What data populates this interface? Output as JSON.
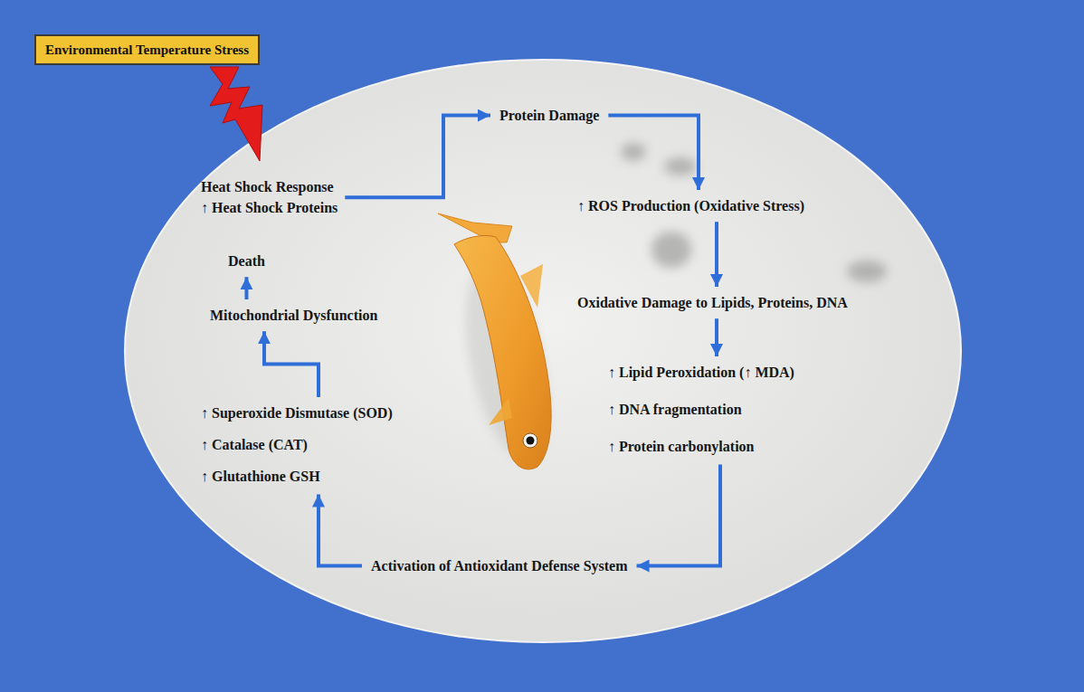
{
  "diagram": {
    "nodes": [
      {
        "text": [
          "Environmental Temperature Stress"
        ]
      },
      {
        "text": [
          "Heat Shock Response",
          "↑ Heat Shock Proteins"
        ]
      },
      {
        "text": [
          "Protein Damage"
        ]
      },
      {
        "text": [
          "↑ ROS Production (Oxidative Stress)"
        ]
      },
      {
        "text": [
          "Oxidative Damage to Lipids, Proteins, DNA"
        ]
      },
      {
        "text": [
          "↑ Lipid Peroxidation (↑ MDA)",
          "↑ DNA fragmentation",
          "↑ Protein carbonylation"
        ]
      },
      {
        "text": [
          "Activation of Antioxidant Defense System"
        ]
      },
      {
        "text": [
          "↑ Superoxide Dismutase (SOD)",
          "↑ Catalase (CAT)",
          "↑ Glutathione GSH"
        ]
      },
      {
        "text": [
          "Mitochondrial Dysfunction"
        ]
      },
      {
        "text": [
          "Death"
        ]
      }
    ],
    "edges": [
      {
        "from": 1,
        "to": 2,
        "arrow": "to"
      },
      {
        "from": 2,
        "to": 3,
        "arrow": "to"
      },
      {
        "from": 3,
        "to": 4,
        "arrow": "to"
      },
      {
        "from": 4,
        "to": 5,
        "arrow": "to"
      },
      {
        "from": 5,
        "to": 6,
        "arrow": "to"
      },
      {
        "from": 6,
        "to": 7,
        "arrow": "to"
      },
      {
        "from": 7,
        "to": 8,
        "arrow": "to"
      },
      {
        "from": 8,
        "to": 9,
        "arrow": "to"
      }
    ]
  }
}
